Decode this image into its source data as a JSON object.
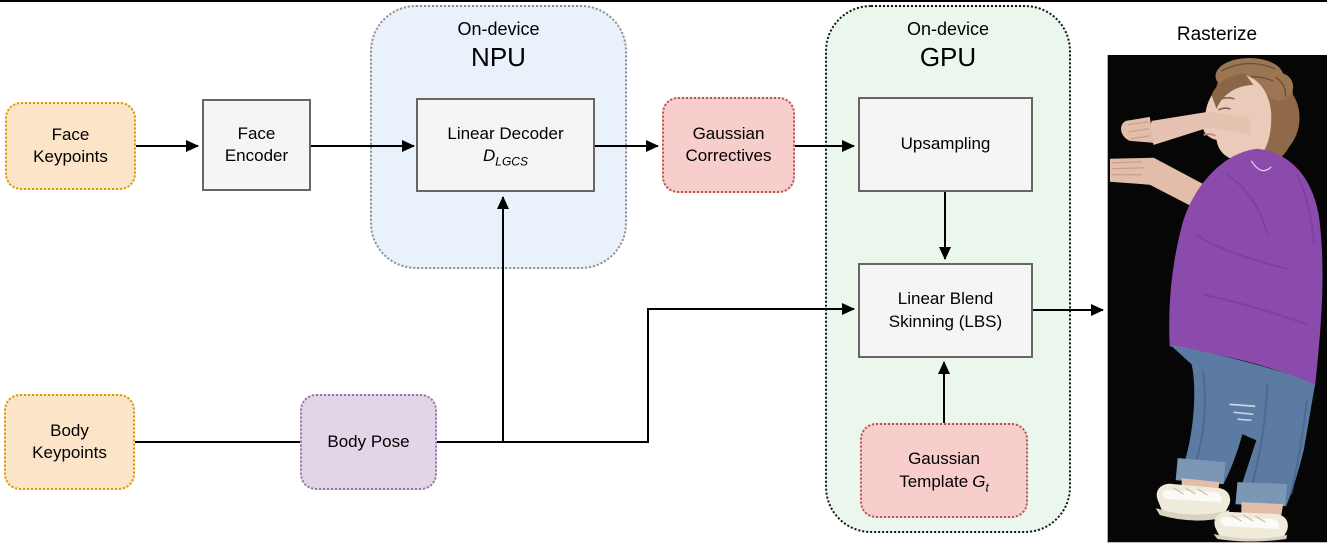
{
  "diagram": {
    "title_context": "On-device avatar rendering pipeline",
    "nodes": {
      "face_keypoints": {
        "line1": "Face",
        "line2": "Keypoints"
      },
      "face_encoder": {
        "line1": "Face",
        "line2": "Encoder"
      },
      "npu": {
        "line1": "On-device",
        "line2": "NPU"
      },
      "linear_decoder": {
        "line1": "Linear Decoder",
        "symbol": "D",
        "subscript": "LGCS"
      },
      "gaussian_correctives": {
        "line1": "Gaussian",
        "line2": "Correctives"
      },
      "gpu": {
        "line1": "On-device",
        "line2": "GPU"
      },
      "upsampling": {
        "label": "Upsampling"
      },
      "lbs": {
        "line1": "Linear Blend",
        "line2": "Skinning (LBS)"
      },
      "gaussian_template": {
        "line1": "Gaussian",
        "line2": "Template",
        "symbol": "G",
        "subscript": "t"
      },
      "body_keypoints": {
        "line1": "Body",
        "line2": "Keypoints"
      },
      "body_pose": {
        "label": "Body Pose"
      },
      "rasterize": {
        "label": "Rasterize"
      }
    },
    "colors": {
      "keypoints_fill": "#fbe4c7",
      "keypoints_border": "#d79b00",
      "gaussian_fill": "#f8cecc",
      "gaussian_border": "#b85450",
      "body_pose_fill": "#e1d5e7",
      "body_pose_border": "#9673a6",
      "npu_fill": "#e9f1fb",
      "gpu_fill": "#ebf7ec",
      "process_fill": "#f5f5f5",
      "process_border": "#666666",
      "wire": "#000000",
      "photo_background": "#060606",
      "shirt": "#8b4bac",
      "jeans": "#5b7ba2",
      "skin": "#e6c3b1",
      "hair": "#96704f",
      "shoes": "#f0eadb"
    }
  }
}
